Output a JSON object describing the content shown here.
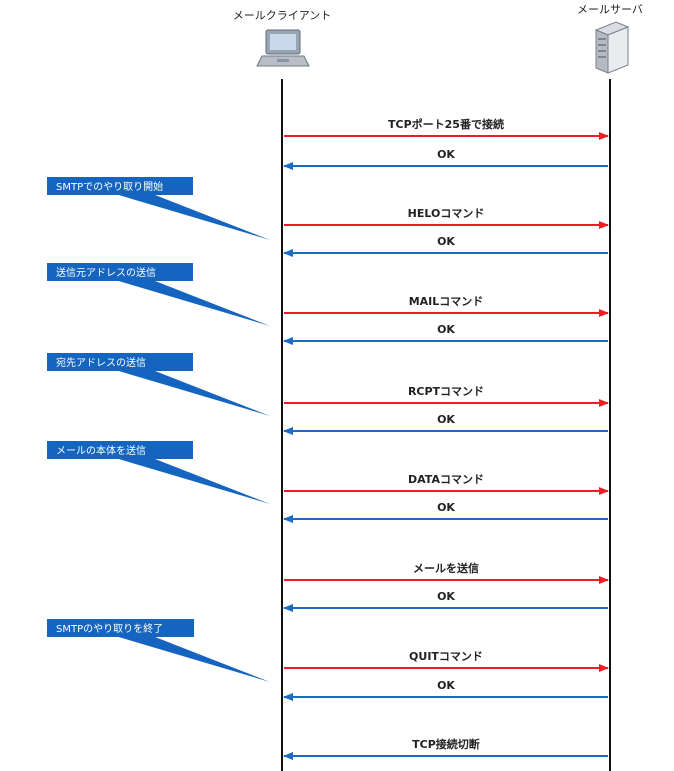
{
  "actors": {
    "client": {
      "label": "メールクライアント",
      "icon": "laptop-icon"
    },
    "server": {
      "label": "メールサーバ",
      "icon": "server-icon"
    }
  },
  "messages": [
    {
      "label": "TCPポート25番で接続",
      "direction": "to-server"
    },
    {
      "label": "OK",
      "direction": "to-client"
    },
    {
      "label": "HELOコマンド",
      "direction": "to-server"
    },
    {
      "label": "OK",
      "direction": "to-client"
    },
    {
      "label": "MAILコマンド",
      "direction": "to-server"
    },
    {
      "label": "OK",
      "direction": "to-client"
    },
    {
      "label": "RCPTコマンド",
      "direction": "to-server"
    },
    {
      "label": "OK",
      "direction": "to-client"
    },
    {
      "label": "DATAコマンド",
      "direction": "to-server"
    },
    {
      "label": "OK",
      "direction": "to-client"
    },
    {
      "label": "メールを送信",
      "direction": "to-server"
    },
    {
      "label": "OK",
      "direction": "to-client"
    },
    {
      "label": "QUITコマンド",
      "direction": "to-server"
    },
    {
      "label": "OK",
      "direction": "to-client"
    },
    {
      "label": "TCP接続切断",
      "direction": "to-client"
    }
  ],
  "callouts": [
    {
      "label": "SMTPでのやり取り開始"
    },
    {
      "label": "送信元アドレスの送信"
    },
    {
      "label": "宛先アドレスの送信"
    },
    {
      "label": "メールの本体を送信"
    },
    {
      "label": "SMTPのやり取りを終了"
    }
  ],
  "colors": {
    "to_server": "#ee1c24",
    "to_client": "#1b6ac3",
    "callout": "#1565c0",
    "lifeline": "#111111"
  }
}
